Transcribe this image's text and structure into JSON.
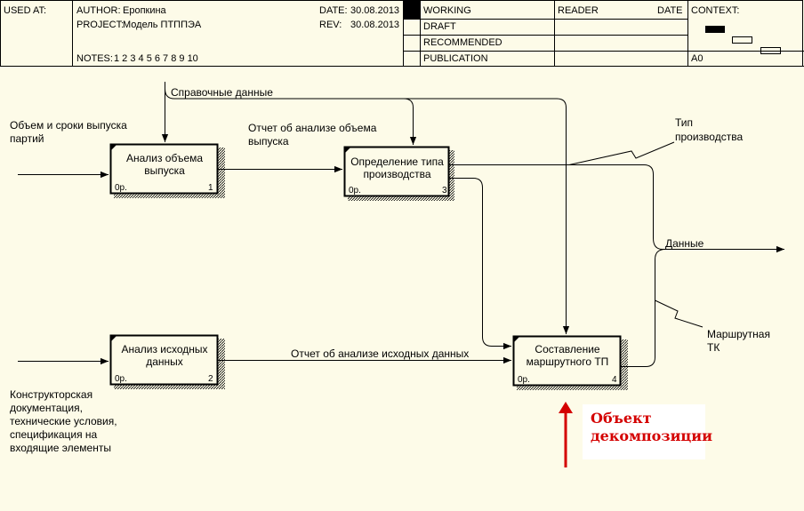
{
  "header": {
    "used_at_label": "USED AT:",
    "author_label": "AUTHOR:",
    "author": "Еропкина",
    "project_label": "PROJECT:",
    "project": "Модель ПТППЭА",
    "date_label": "DATE:",
    "date": "30.08.2013",
    "rev_label": "REV:",
    "rev": "30.08.2013",
    "notes_label": "NOTES:",
    "notes": "1  2  3  4  5  6  7  8  9  10",
    "status": [
      "WORKING",
      "DRAFT",
      "RECOMMENDED",
      "PUBLICATION"
    ],
    "reader_label": "READER",
    "reader_date_label": "DATE",
    "context_label": "CONTEXT:",
    "node": "A0"
  },
  "boxes": [
    {
      "id": "1",
      "label_1": "Анализ объема",
      "label_2": "выпуска",
      "cost": "0р.",
      "num": "1"
    },
    {
      "id": "2",
      "label_1": "Анализ исходных",
      "label_2": "данных",
      "cost": "0р.",
      "num": "2"
    },
    {
      "id": "3",
      "label_1": "Определение типа",
      "label_2": "производства",
      "cost": "0р.",
      "num": "3"
    },
    {
      "id": "4",
      "label_1": "Составление",
      "label_2": "маршрутного ТП",
      "cost": "0р.",
      "num": "4"
    }
  ],
  "arrows": {
    "control_ref": "Справочные данные",
    "input_volume_1": "Объем и сроки выпуска",
    "input_volume_2": "партий",
    "report_volume_1": "Отчет об анализе объема",
    "report_volume_2": "выпуска",
    "prod_type_1": "Тип",
    "prod_type_2": "производства",
    "output_data": "Данные",
    "route_card_1": "Маршрутная",
    "route_card_2": "ТК",
    "report_source": "Отчет об анализе исходных данных",
    "input_docs_1": "Конструкторская",
    "input_docs_2": "документация,",
    "input_docs_3": "технические условия,",
    "input_docs_4": "спецификация на",
    "input_docs_5": "входящие элементы"
  },
  "annotation": {
    "line_1": "Объект",
    "line_2": "декомпозиции",
    "color": "#d40000"
  }
}
